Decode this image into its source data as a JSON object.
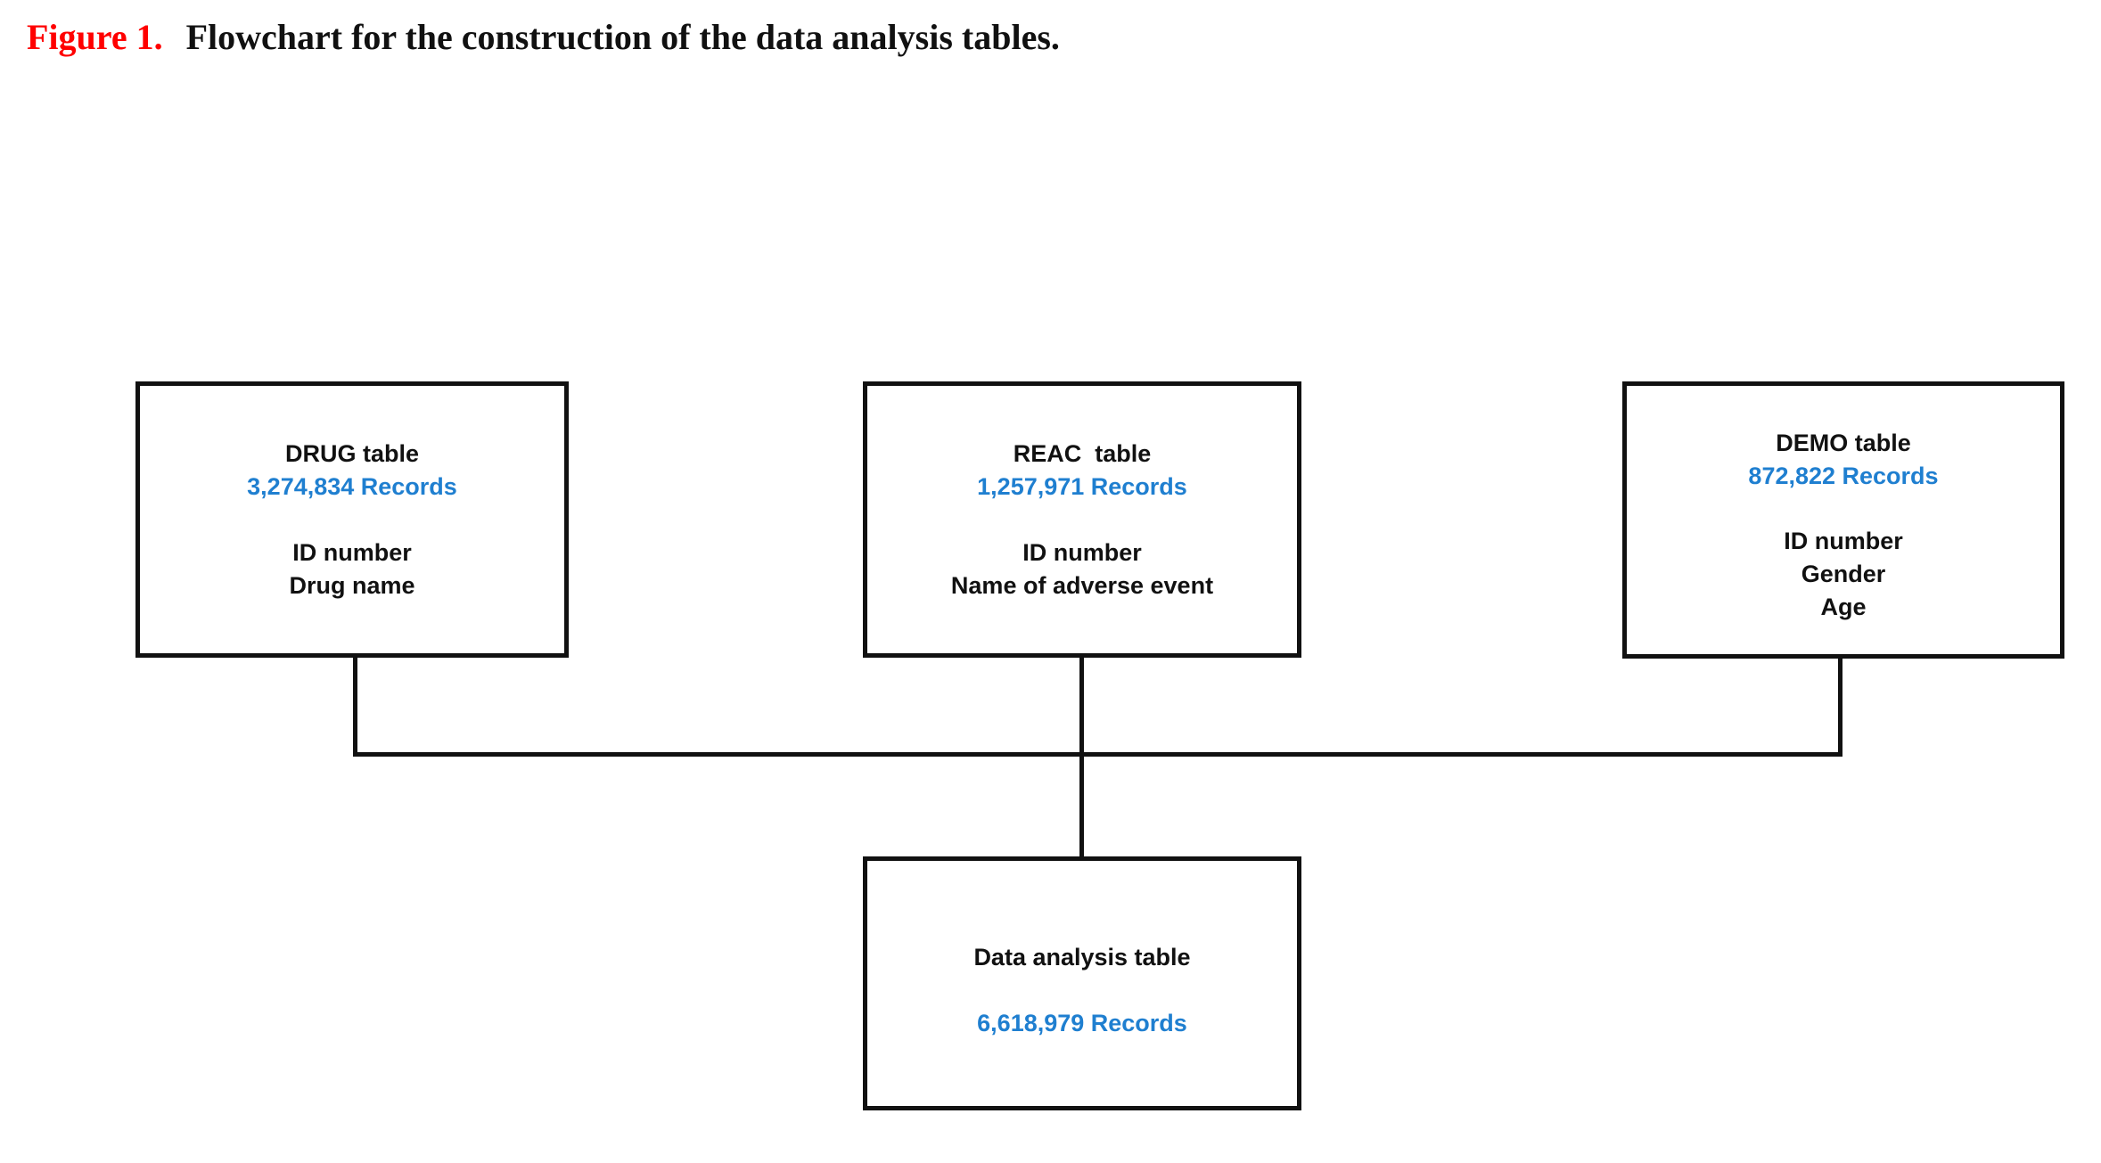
{
  "caption": {
    "label": "Figure 1.",
    "text": "Flowchart for the construction of the data analysis tables.",
    "label_color": "#ff0000",
    "text_color": "#111111"
  },
  "colors": {
    "records_blue": "#1f7fd0",
    "box_border": "#111111",
    "background": "#ffffff",
    "connector": "#111111"
  },
  "chart_data": {
    "type": "diagram",
    "title": "Flowchart for the construction of the data analysis tables.",
    "nodes": [
      {
        "id": "drug",
        "title": "DRUG table",
        "records": "3,274,834 Records",
        "record_count": 3274834,
        "fields": [
          "ID number",
          "Drug name"
        ]
      },
      {
        "id": "reac",
        "title": "REAC  table",
        "records": "1,257,971 Records",
        "record_count": 1257971,
        "fields": [
          "ID number",
          "Name of adverse event"
        ]
      },
      {
        "id": "demo",
        "title": "DEMO table",
        "records": "872,822 Records",
        "record_count": 872822,
        "fields": [
          "ID number",
          "Gender",
          "Age"
        ]
      },
      {
        "id": "final",
        "title": "Data analysis table",
        "records": "6,618,979 Records",
        "record_count": 6618979,
        "fields": []
      }
    ],
    "edges": [
      {
        "from": "drug",
        "to": "final"
      },
      {
        "from": "reac",
        "to": "final"
      },
      {
        "from": "demo",
        "to": "final"
      }
    ]
  },
  "boxes": {
    "drug": {
      "title": "DRUG table",
      "records": "3,274,834 Records",
      "field1": "ID number",
      "field2": "Drug name"
    },
    "reac": {
      "title": "REAC  table",
      "records": "1,257,971 Records",
      "field1": "ID number",
      "field2": "Name of adverse event"
    },
    "demo": {
      "title": "DEMO table",
      "records": "872,822 Records",
      "field1": "ID number",
      "field2": "Gender",
      "field3": "Age"
    },
    "final": {
      "title": "Data analysis table",
      "records": "6,618,979 Records"
    }
  }
}
